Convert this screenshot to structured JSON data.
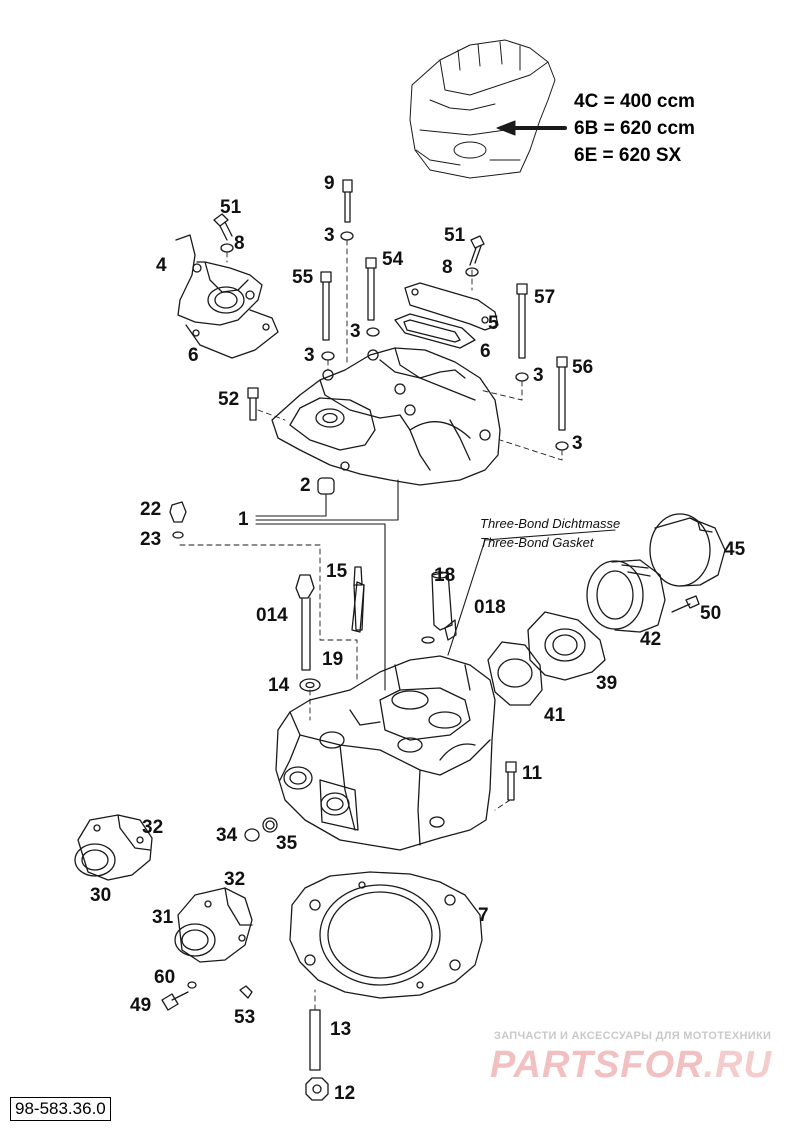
{
  "engine_variants": [
    "4C = 400 ccm",
    "6B = 620 ccm",
    "6E = 620 SX"
  ],
  "notes": {
    "sealant_de": "Three-Bond Dichtmasse",
    "sealant_en": "Three-Bond Gasket"
  },
  "drawing_number": "98-583.36.0",
  "watermark": {
    "tagline": "ЗАПЧАСТИ И АКСЕССУАРЫ ДЛЯ МОТОТЕХНИКИ",
    "logo": "PARTSFOR",
    "logo_suffix": ".RU"
  },
  "callouts": {
    "p9": "9",
    "p3a": "3",
    "p51a": "51",
    "p8a": "8",
    "p4": "4",
    "p6a": "6",
    "p55": "55",
    "p54": "54",
    "p3b": "3",
    "p3c": "3",
    "p51b": "51",
    "p8b": "8",
    "p5": "5",
    "p6b": "6",
    "p57": "57",
    "p3d": "3",
    "p56": "56",
    "p3e": "3",
    "p52": "52",
    "p2": "2",
    "p22": "22",
    "p23": "23",
    "p1": "1",
    "p15": "15",
    "p014": "014",
    "p19": "19",
    "p14": "14",
    "p18": "18",
    "p018": "018",
    "p45": "45",
    "p50": "50",
    "p42": "42",
    "p39": "39",
    "p41": "41",
    "p11": "11",
    "p32a": "32",
    "p34": "34",
    "p35": "35",
    "p30": "30",
    "p32b": "32",
    "p31": "31",
    "p7": "7",
    "p60": "60",
    "p49": "49",
    "p53": "53",
    "p13": "13",
    "p12": "12"
  },
  "colors": {
    "line": "#1a1a1a",
    "watermark_logo": "#f2c0c0",
    "watermark_text": "#c9c9c9"
  }
}
